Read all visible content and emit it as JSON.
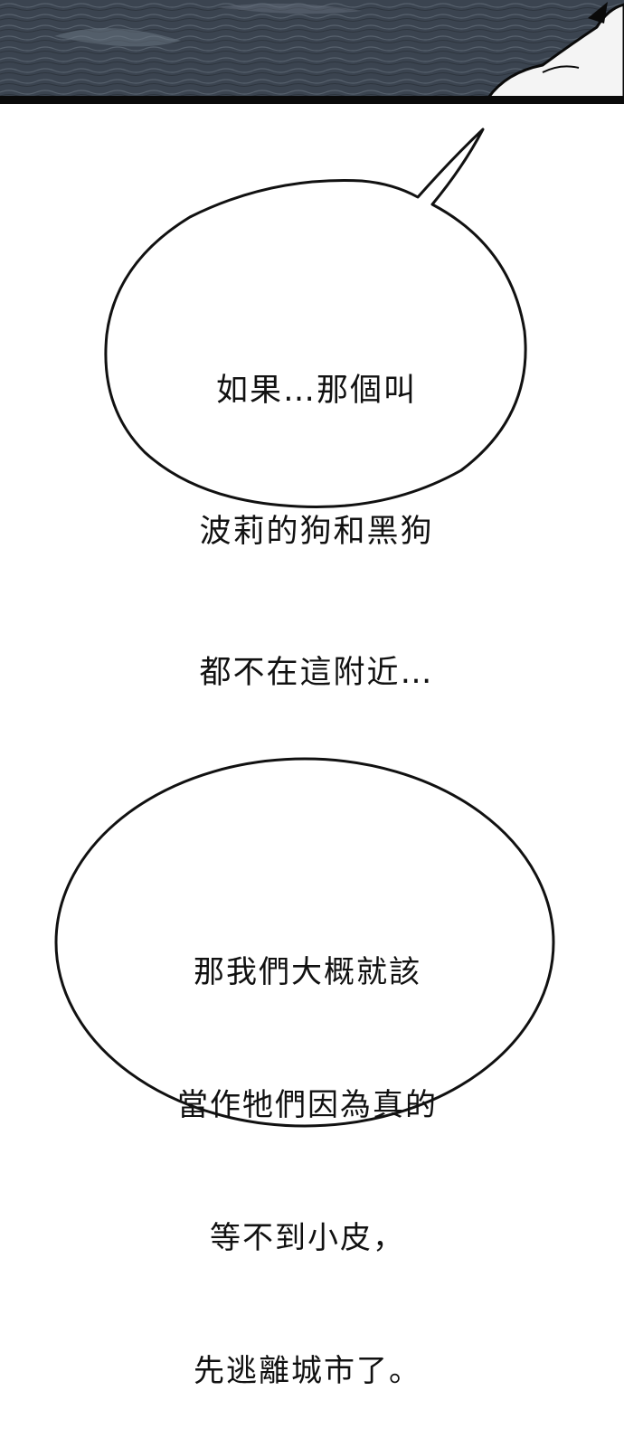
{
  "colors": {
    "panel_background": "#3b4450",
    "panel_border": "#0a0a0a",
    "bubble_fill": "#ffffff",
    "bubble_stroke": "#111111",
    "text": "#111111"
  },
  "top_panel": {
    "description_icon": "dark-water-texture"
  },
  "bubble1": {
    "lines": [
      "如果…那個叫",
      "波莉的狗和黑狗",
      "都不在這附近…"
    ]
  },
  "bubble2": {
    "lines": [
      "那我們大概就該",
      "當作牠們因為真的",
      "等不到小皮，",
      "先逃離城市了。"
    ]
  }
}
